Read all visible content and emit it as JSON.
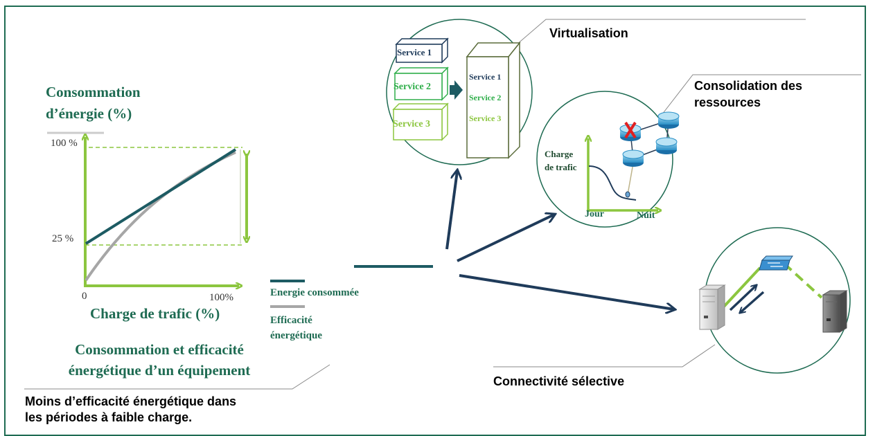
{
  "left_chart": {
    "ylabel": "Consommation\nd’énergie (%)",
    "xlabel": "Charge de trafic (%)",
    "y_tick_100": "100 %",
    "y_tick_25": "25 %",
    "x_tick_0": "0",
    "x_tick_100": "100%",
    "legend": {
      "energy": "Energie consommée",
      "efficiency": "Efficacité\nénergétique"
    },
    "caption": "Consommation et efficacité\nénergétique d’un équipement",
    "note": "Moins d’efficacité énergétique dans\nles périodes à faible charge."
  },
  "virtualisation": {
    "label": "Virtualisation",
    "services_left": [
      "Service 1",
      "Service 2",
      "Service 3"
    ],
    "services_right": [
      "Service 1",
      "Service 2",
      "Service 3"
    ]
  },
  "consolidation": {
    "label": "Consolidation des\nressources",
    "ylabel": "Charge\nde trafic",
    "x_left": "Jour",
    "x_right": "Nuit"
  },
  "connectivity": {
    "label": "Connectivité sélective"
  },
  "colors": {
    "frame": "#1e6b52",
    "navy": "#1f3b5a",
    "teal": "#1d5b63",
    "green": "#8cc63f",
    "gray": "#a6a6a6",
    "text_green": "#1e6b52"
  }
}
